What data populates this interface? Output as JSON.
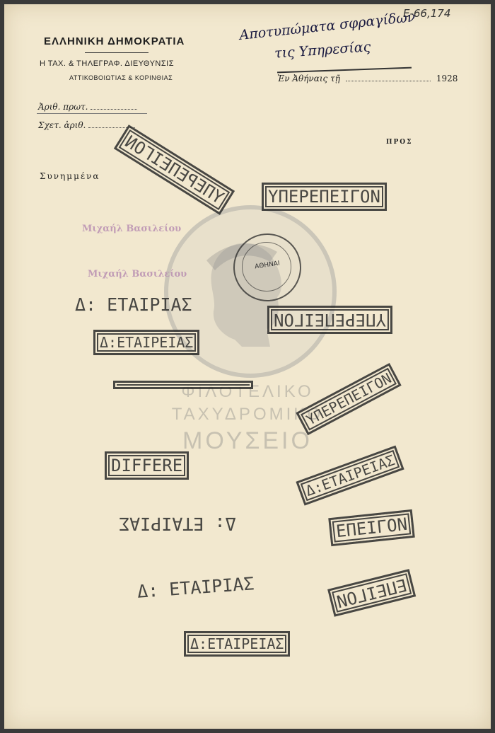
{
  "catalog_number": "E-66,174",
  "header": {
    "line1": "ΕΛΛΗΝΙΚΗ ΔΗΜΟΚΡΑΤΙΑ",
    "line2": "Η ΤΑΧ. & ΤΗΛΕΓΡΑΦ. ΔΙΕΥΘΥΝΣΙΣ",
    "line3": "ΑΤΤΙΚΟΒΟΙΩΤΙΑΣ & ΚΟΡΙΝΘΙΑΣ"
  },
  "handwritten": {
    "line1": "Αποτυπώματα σφραγίδων",
    "line2": "τις Υπηρεσίας"
  },
  "place_date": {
    "label": "Ἐν Ἀθήναις τῇ",
    "year": "1928"
  },
  "fields": {
    "protocol": "Ἀριθ. πρωτ.",
    "related": "Σχετ. ἀριθ.",
    "recipient": "ΠΡΟΣ",
    "attachments": "Συνημμένα"
  },
  "stamps": {
    "yperepeigon": "ΥΠΕΡΕΠΕΙΓΟΝ",
    "epeigon": "ΕΠΕΙΓΟΝ",
    "differe": "DIFFERE",
    "etairias": "Δ: ΕΤΑΙΡΙΑΣ",
    "etaireias": "Δ:ΕΤΑΙΡΕΙΑΣ",
    "pink_name": "Μιχαήλ Βασιλείου",
    "round_postmark": "ΑΘΗΝΑΙ"
  },
  "watermark": {
    "line1": "ΦΙΛΟΤΕΛΙΚΟ",
    "line2": "ΤΑΧΥΔΡΟΜΙΚΟ",
    "line3": "ΜΟΥΣΕΙΟ"
  }
}
